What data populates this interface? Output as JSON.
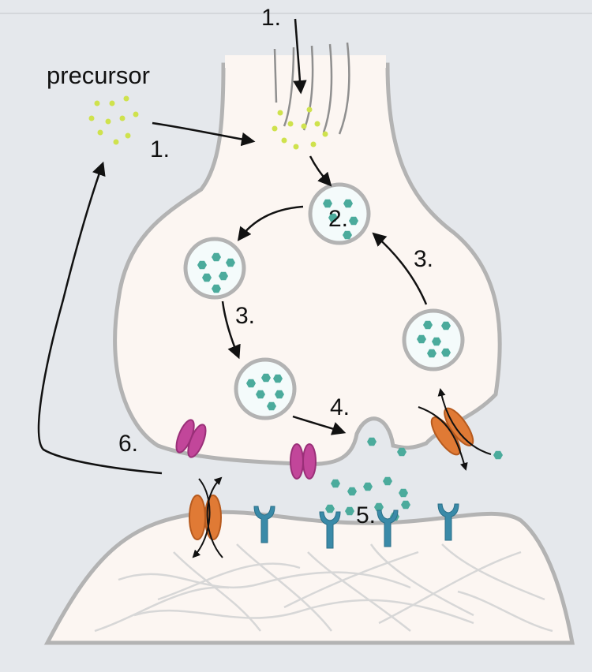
{
  "labels": {
    "precursor": "precursor",
    "step1_top": "1.",
    "step1_left": "1.",
    "step2": "2.",
    "step3_left": "3.",
    "step3_right": "3.",
    "step4": "4.",
    "step5": "5.",
    "step6": "6."
  },
  "colors": {
    "background": "#e5e8ec",
    "cell_fill": "#fcf6f2",
    "membrane": "#b3b3b3",
    "precursor_dot": "#cfe24d",
    "neurotransmitter": "#4bab9c",
    "vesicle_fill": "#f4fbfb",
    "transporter": "#e07a35",
    "channel": "#c2469a",
    "receptor": "#3a8aa8",
    "arrow": "#111111"
  },
  "icons": {
    "transporter": "transporter-icon",
    "channel": "ion-channel-icon",
    "receptor": "receptor-icon",
    "vesicle": "vesicle-icon"
  }
}
